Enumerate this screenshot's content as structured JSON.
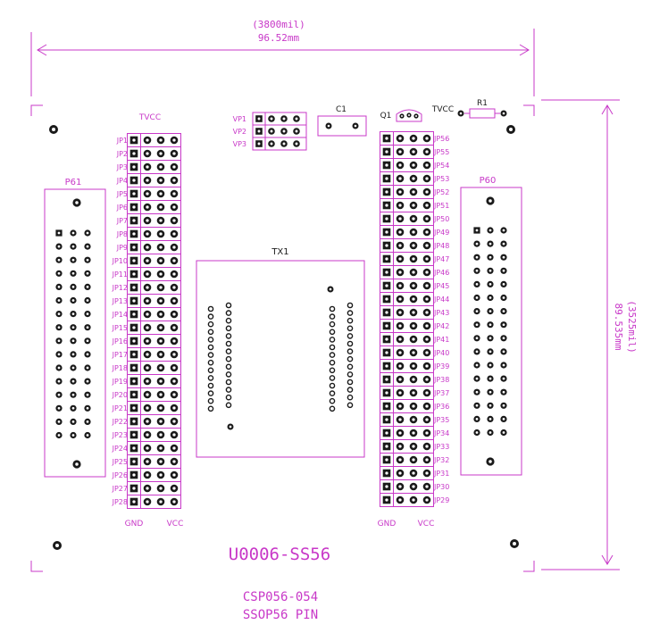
{
  "colors": {
    "silk": "#c838c8",
    "ink": "#1a1a1a",
    "bg": "#ffffff"
  },
  "dimensions": {
    "width_mil": "(3800mil)",
    "width_mm": "96.52mm",
    "height_mil": "(3525mil)",
    "height_mm": "89.535mm"
  },
  "labels": {
    "tvcc_left": "TVCC",
    "tvcc_right": "TVCC",
    "gnd_left": "GND",
    "vcc_left": "VCC",
    "gnd_right": "GND",
    "vcc_right": "VCC",
    "p61": "P61",
    "p60": "P60",
    "tx1": "TX1",
    "c1": "C1",
    "q1": "Q1",
    "r1": "R1",
    "board_name": "U0006-SS56",
    "footer_line1": "CSP056-054",
    "footer_line2": "SSOP56 PIN"
  },
  "vp_labels": [
    "VP1",
    "VP2",
    "VP3"
  ],
  "jp_left": [
    "JP1",
    "JP2",
    "JP3",
    "JP4",
    "JP5",
    "JP6",
    "JP7",
    "JP8",
    "JP9",
    "JP10",
    "JP11",
    "JP12",
    "JP13",
    "JP14",
    "JP15",
    "JP16",
    "JP17",
    "JP18",
    "JP19",
    "JP20",
    "JP21",
    "JP22",
    "JP23",
    "JP24",
    "JP25",
    "JP26",
    "JP27",
    "JP28"
  ],
  "jp_right": [
    "JP56",
    "JP55",
    "JP54",
    "JP53",
    "JP52",
    "JP51",
    "JP50",
    "JP49",
    "JP48",
    "JP47",
    "JP46",
    "JP45",
    "JP44",
    "JP43",
    "JP42",
    "JP41",
    "JP40",
    "JP39",
    "JP38",
    "JP37",
    "JP36",
    "JP35",
    "JP34",
    "JP33",
    "JP32",
    "JP31",
    "JP30",
    "JP29"
  ]
}
